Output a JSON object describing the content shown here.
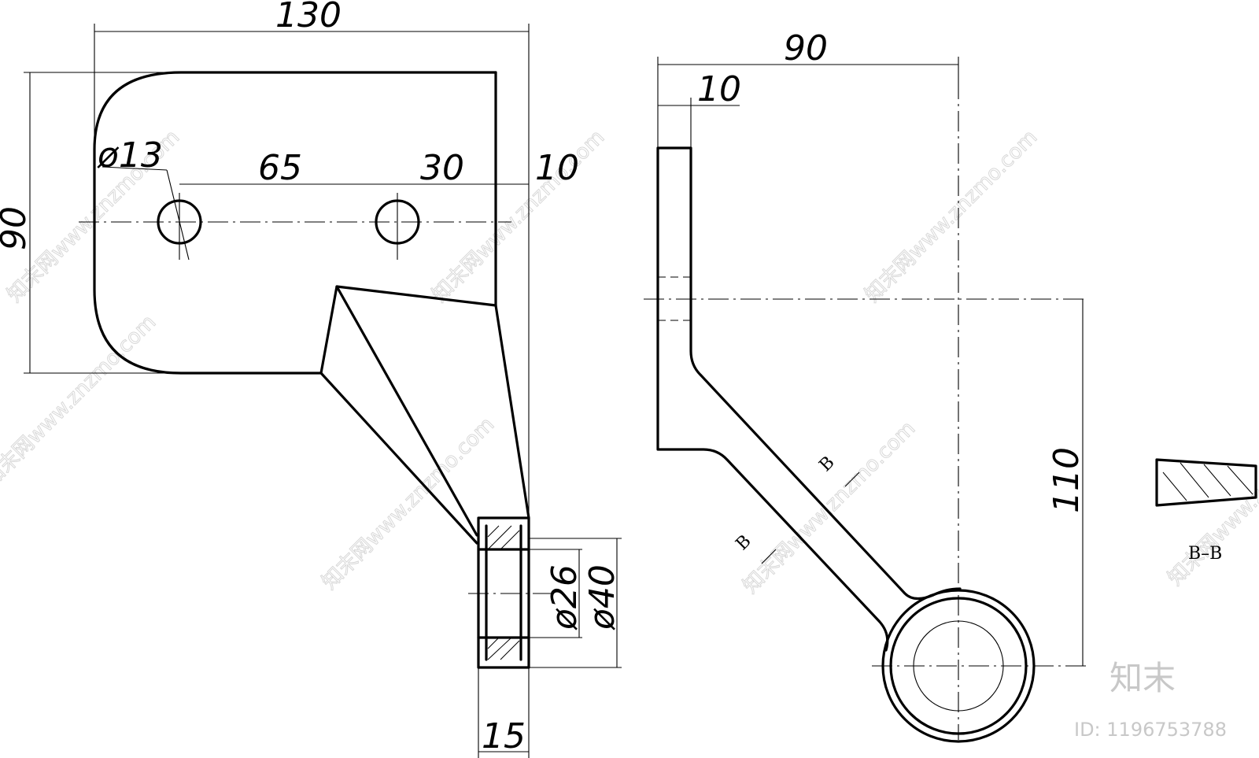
{
  "drawing": {
    "dimensions": {
      "overall_width": "130",
      "overall_height": "90",
      "hole_diameter": "ø13",
      "hole_spacing": "65",
      "hole_to_edge": "30",
      "plate_offset": "10",
      "boss_width": "15",
      "bore_diameter": "ø26",
      "boss_diameter": "ø40",
      "side_width": "90",
      "side_thickness": "10",
      "side_height": "110"
    },
    "section": {
      "cut_mark_upper": "B",
      "cut_mark_lower": "B",
      "section_label": "B–B"
    }
  },
  "watermark": {
    "site": "知末网www.znzmo.com",
    "brand": "知末",
    "image_id": "ID: 1196753788"
  }
}
